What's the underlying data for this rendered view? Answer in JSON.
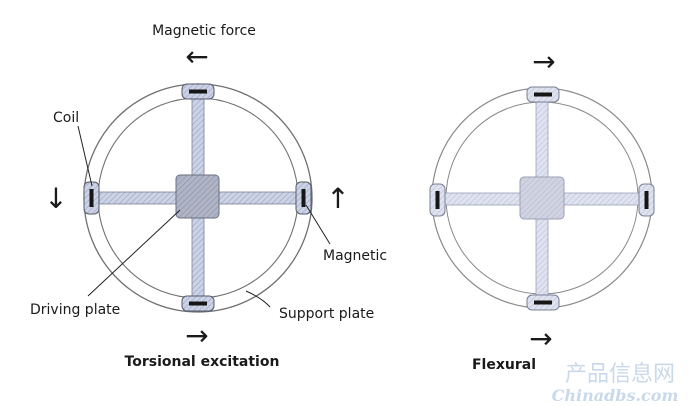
{
  "left_diagram": {
    "title": "Magnetic force",
    "caption": "Torsional excitation",
    "labels": {
      "coil": "Coil",
      "magnetic": "Magnetic",
      "driving_plate": "Driving plate",
      "support_plate": "Support plate"
    },
    "arrows": {
      "top": "←",
      "left": "↓",
      "right": "↑",
      "bottom": "→"
    }
  },
  "right_diagram": {
    "caption": "Flexural",
    "arrows": {
      "top": "→",
      "bottom": "→"
    }
  },
  "watermark": {
    "chinese": "产品信息网",
    "domain": "Chinadbs.com"
  },
  "colors": {
    "beam_fill": "#c4cbe0",
    "beam_stroke": "#6a7088",
    "hub_fill": "#a3a8b8",
    "ring_stroke": "#6a6a6a",
    "magnet": "#1a1a1a",
    "watermark": "#c9d9ea"
  }
}
